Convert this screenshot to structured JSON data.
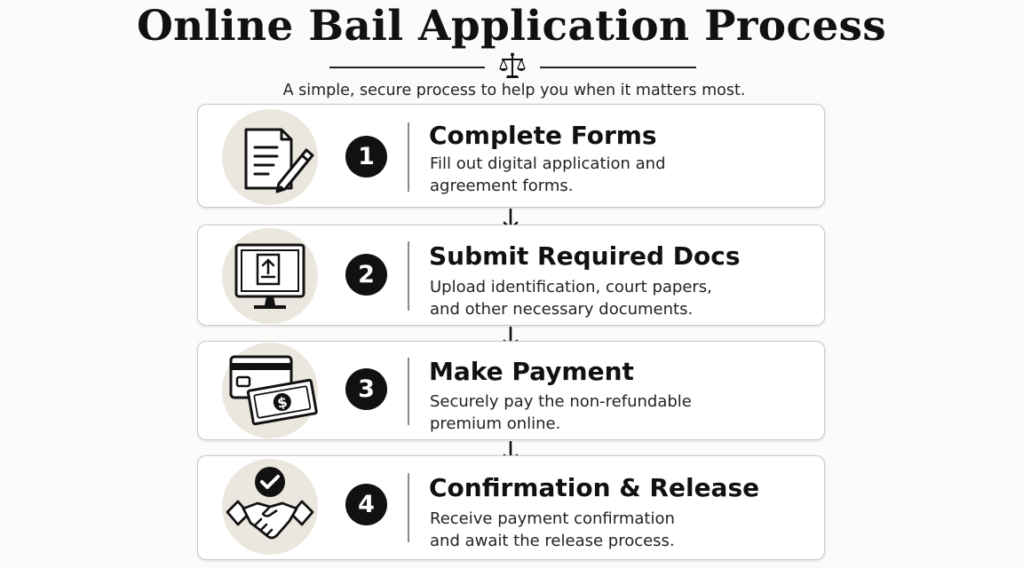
{
  "page": {
    "title": "Online Bail Application Process",
    "subtitle": "A simple, secure process to help you when it matters most.",
    "divider_icon": "scales-of-justice-icon"
  },
  "steps": [
    {
      "number": "1",
      "title": "Complete Forms",
      "description": "Fill out digital application and agreement forms.",
      "icon": "document-pen-icon"
    },
    {
      "number": "2",
      "title": "Submit Required Docs",
      "description": "Upload identification, court papers, and other necessary documents.",
      "icon": "monitor-upload-icon"
    },
    {
      "number": "3",
      "title": "Make Payment",
      "description": "Securely pay the non-refundable premium online.",
      "icon": "credit-card-cash-icon"
    },
    {
      "number": "4",
      "title": "Confirmation & Release",
      "description": "Receive payment confirmation and await the release process.",
      "icon": "handshake-check-icon"
    }
  ],
  "colors": {
    "background": "#fbfbfa",
    "card_background": "#ffffff",
    "card_border": "#c9c9c9",
    "icon_circle": "#ebe7df",
    "badge": "#111111",
    "text": "#111111"
  }
}
